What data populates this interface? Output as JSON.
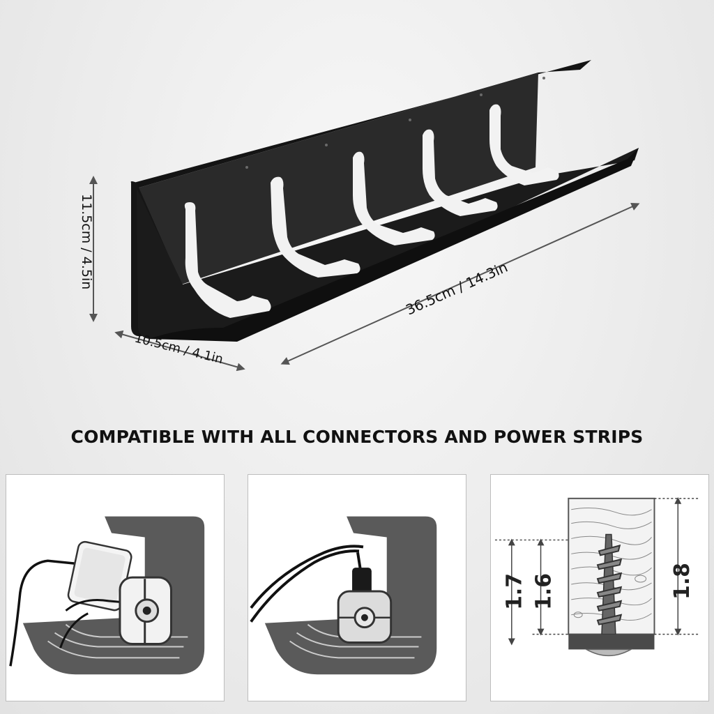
{
  "dimensions": {
    "height": "11.5cm / 4.5in",
    "depth": "10.5cm / 4.1in",
    "length": "36.5cm / 14.3in"
  },
  "headline": "COMPATIBLE WITH ALL CONNECTORS AND POWER STRIPS",
  "mount_panel": {
    "label_a": "1.7",
    "label_b": "1.6",
    "label_c": "1.8"
  },
  "colors": {
    "tray": "#111111",
    "illustration": "#5a5a5a",
    "outline_gray": "#4a4a4a",
    "background": "#ececec"
  }
}
